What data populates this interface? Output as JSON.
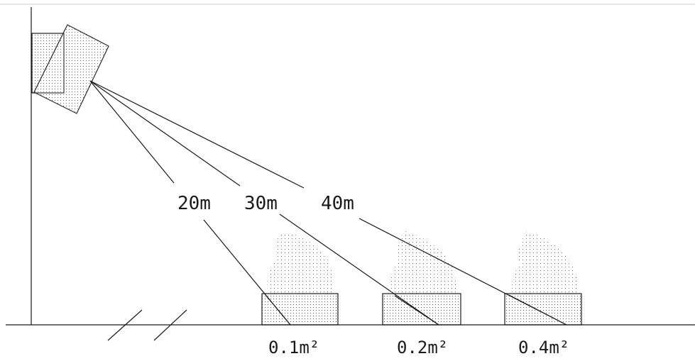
{
  "distances": [
    "20m",
    "30m",
    "40m"
  ],
  "fire_areas": [
    "0.1m²",
    "0.2m²",
    "0.4m²"
  ],
  "colors": {
    "ink": "#1a1a1a",
    "dots": "#5a5a5a",
    "background": "#ffffff"
  },
  "icons": [
    "fire-detector-icon",
    "flame-icon",
    "floor-break-icon"
  ]
}
